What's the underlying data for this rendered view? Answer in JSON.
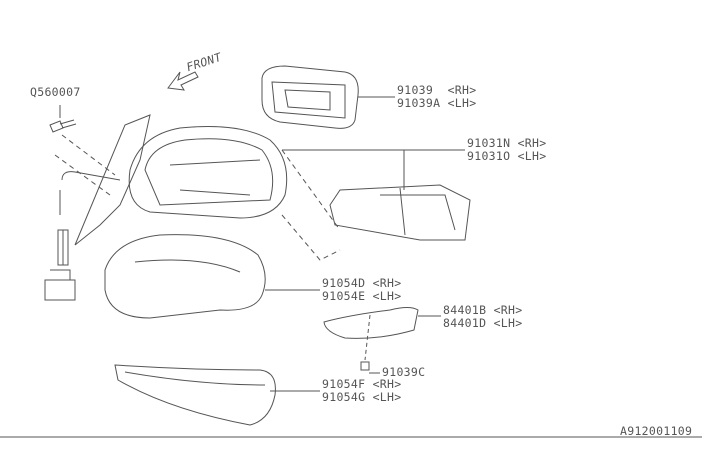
{
  "labels": {
    "bolt": "Q560007",
    "front": "FRONT",
    "p1_rh": "91039  <RH>",
    "p1_lh": "91039A <LH>",
    "p2_rh": "91031N <RH>",
    "p2_lh": "91031O <LH>",
    "p3_rh": "91054D <RH>",
    "p3_lh": "91054E <LH>",
    "p4_rh": "84401B <RH>",
    "p4_lh": "84401D <LH>",
    "p5": "91039C",
    "p6_rh": "91054F <RH>",
    "p6_lh": "91054G <LH>",
    "code": "A912001109"
  }
}
